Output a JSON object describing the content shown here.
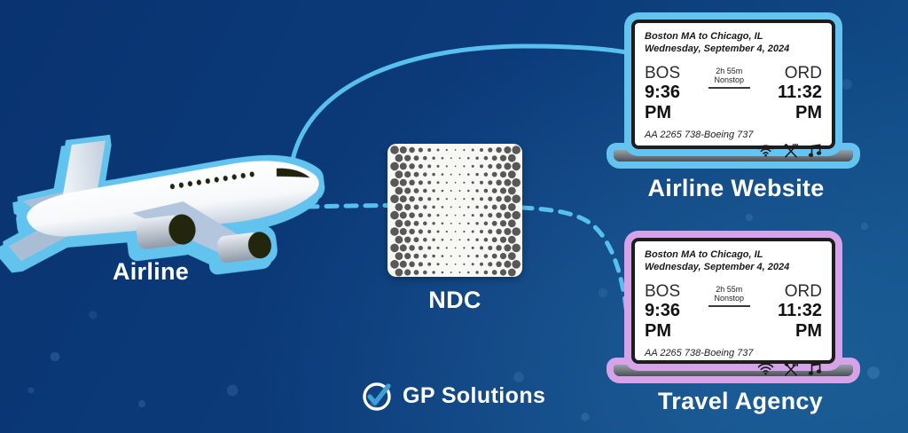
{
  "nodes": {
    "airline": {
      "label": "Airline"
    },
    "ndc": {
      "label": "NDC"
    },
    "airline_website": {
      "label": "Airline Website"
    },
    "travel_agency": {
      "label": "Travel Agency"
    }
  },
  "flight_card": {
    "route": "Boston MA to Chicago, IL",
    "date": "Wednesday, September 4, 2024",
    "departure": {
      "code": "BOS",
      "time": "9:36 PM"
    },
    "arrival": {
      "code": "ORD",
      "time": "11:32 PM"
    },
    "duration": "2h 55m",
    "stops": "Nonstop",
    "flight_info": "AA 2265 738-Boeing 737",
    "amenity_icons": [
      "wifi-icon",
      "dining-icon",
      "music-icon"
    ]
  },
  "branding": {
    "logo_text": "GP Solutions"
  },
  "colors": {
    "background_navy": "#0c3b7a",
    "accent_light_blue": "#5fc3f0",
    "accent_pink": "#d6a3e8",
    "halftone_dot": "#4a4a4a",
    "card_text": "#1a1a1a",
    "label_text": "#ffffff",
    "logo_check_blue": "#3f9fd8"
  }
}
